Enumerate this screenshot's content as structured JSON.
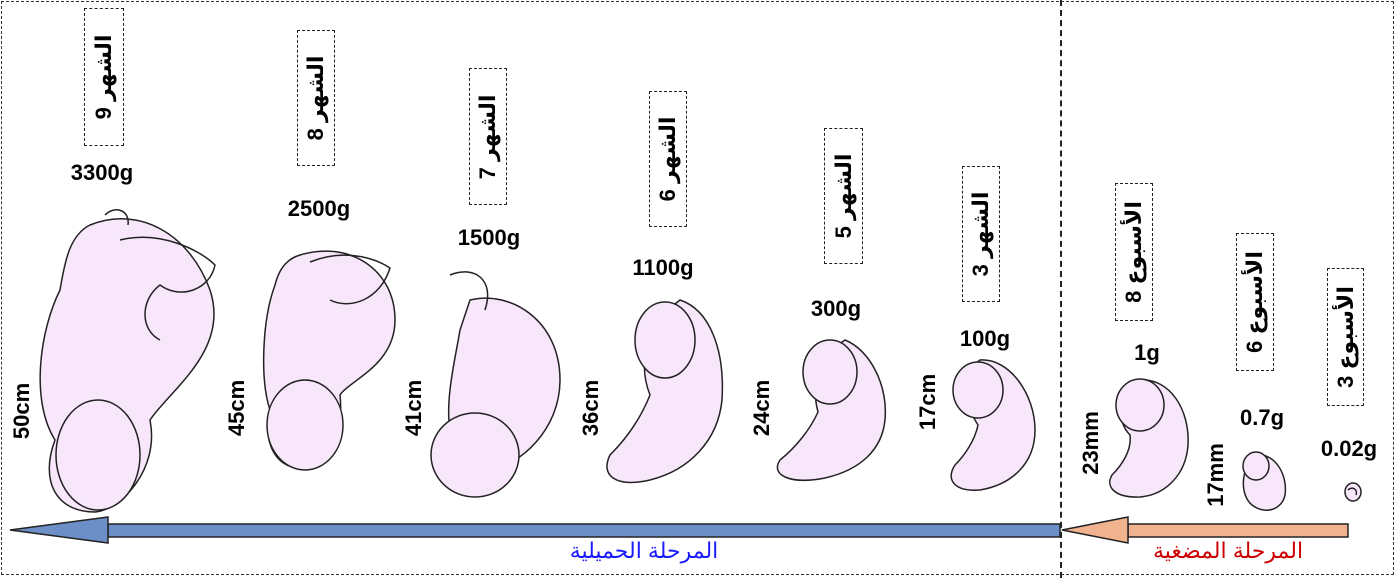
{
  "stages": [
    {
      "label": "المرحلة الحميلية",
      "color": "#1a1aff"
    },
    {
      "label": "المرحلة المضغية",
      "color": "#cc0000"
    }
  ],
  "colors": {
    "fetus_fill": "#f8e6fb",
    "outline": "#222222",
    "arrow_blue": "#6d8fc7",
    "arrow_peach": "#f1b28f"
  },
  "specimens": [
    {
      "period": "الشهر 9",
      "mass": "3300g",
      "length": "50cm"
    },
    {
      "period": "الشهر 8",
      "mass": "2500g",
      "length": "45cm"
    },
    {
      "period": "الشهر 7",
      "mass": "1500g",
      "length": "41cm"
    },
    {
      "period": "الشهر 6",
      "mass": "1100g",
      "length": "36cm"
    },
    {
      "period": "الشهر 5",
      "mass": "300g",
      "length": "24cm"
    },
    {
      "period": "الشهر 3",
      "mass": "100g",
      "length": "17cm"
    },
    {
      "period": "الأسبوع 8",
      "mass": "1g",
      "length": "23mm"
    },
    {
      "period": "الأسبوع 6",
      "mass": "0.7g",
      "length": "17mm"
    },
    {
      "period": "الأسبوع 3",
      "mass": "0.02g",
      "length": ""
    }
  ]
}
